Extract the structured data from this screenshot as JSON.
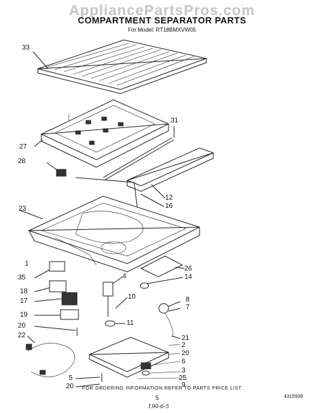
{
  "watermark": "AppliancePartsPros.com",
  "title": "COMPARTMENT SEPARATOR PARTS",
  "model_line": "For Model: RT18BMXVW05",
  "callouts": {
    "c33": "33",
    "c31": "31",
    "c27": "27",
    "c28": "28",
    "c12": "12",
    "c16": "16",
    "c23": "23",
    "c1": "1",
    "c26": "26",
    "c14": "14",
    "c35": "35",
    "c4": "4",
    "c18": "18",
    "c8": "8",
    "c7": "7",
    "c17": "17",
    "c10": "10",
    "c11": "11",
    "c19": "19",
    "c20a": "20",
    "c22": "22",
    "c21": "21",
    "c2": "2",
    "c20b": "20",
    "c6": "6",
    "c3": "3",
    "c25": "25",
    "c5": "5",
    "c20c": "20",
    "c9": "9"
  },
  "footer_text": "FOR ORDERING INFORMATION REFER TO PARTS PRICE LIST",
  "page_number": "5",
  "handwritten_note": "190-6-5",
  "document_number": "4315939"
}
